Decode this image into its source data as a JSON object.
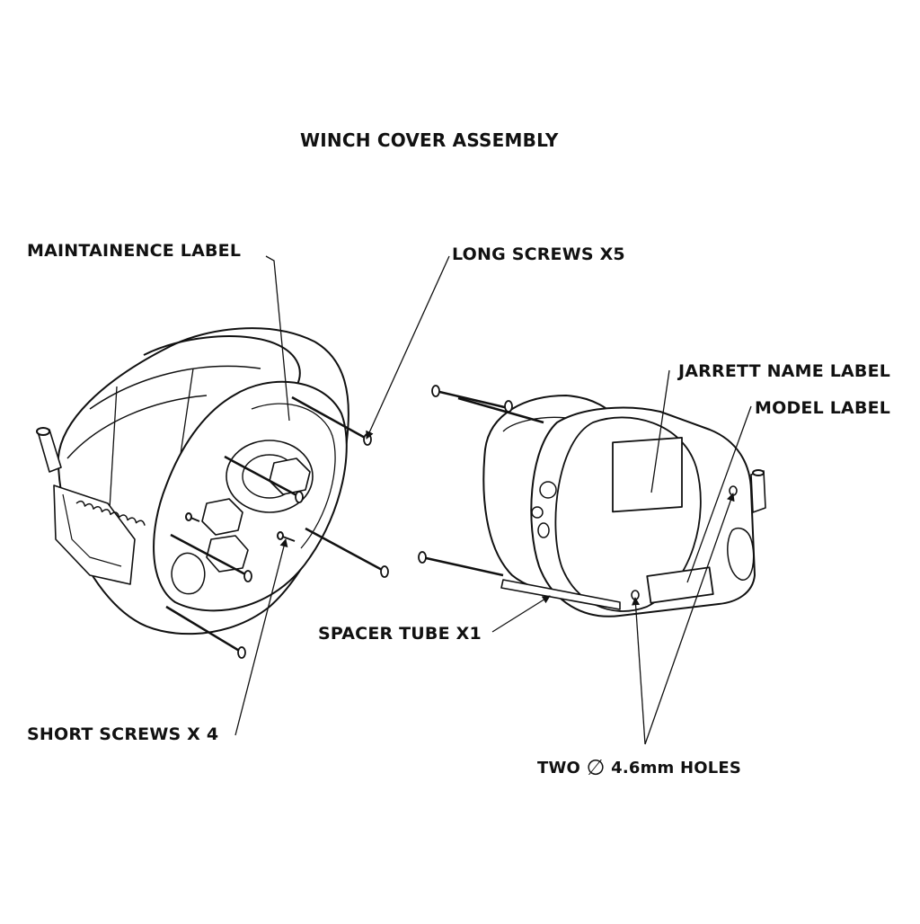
{
  "title": "WINCH COVER ASSEMBLY",
  "callouts": {
    "maintenance_label": "MAINTAINENCE LABEL",
    "long_screws": "LONG SCREWS X5",
    "jarrett_name_label": "JARRETT NAME LABEL",
    "model_label": "MODEL LABEL",
    "spacer_tube": "SPACER TUBE X1",
    "short_screws": "SHORT SCREWS X 4",
    "holes_prefix": "TWO",
    "holes_symbol": "∅",
    "holes_suffix": "4.6mm HOLES"
  }
}
